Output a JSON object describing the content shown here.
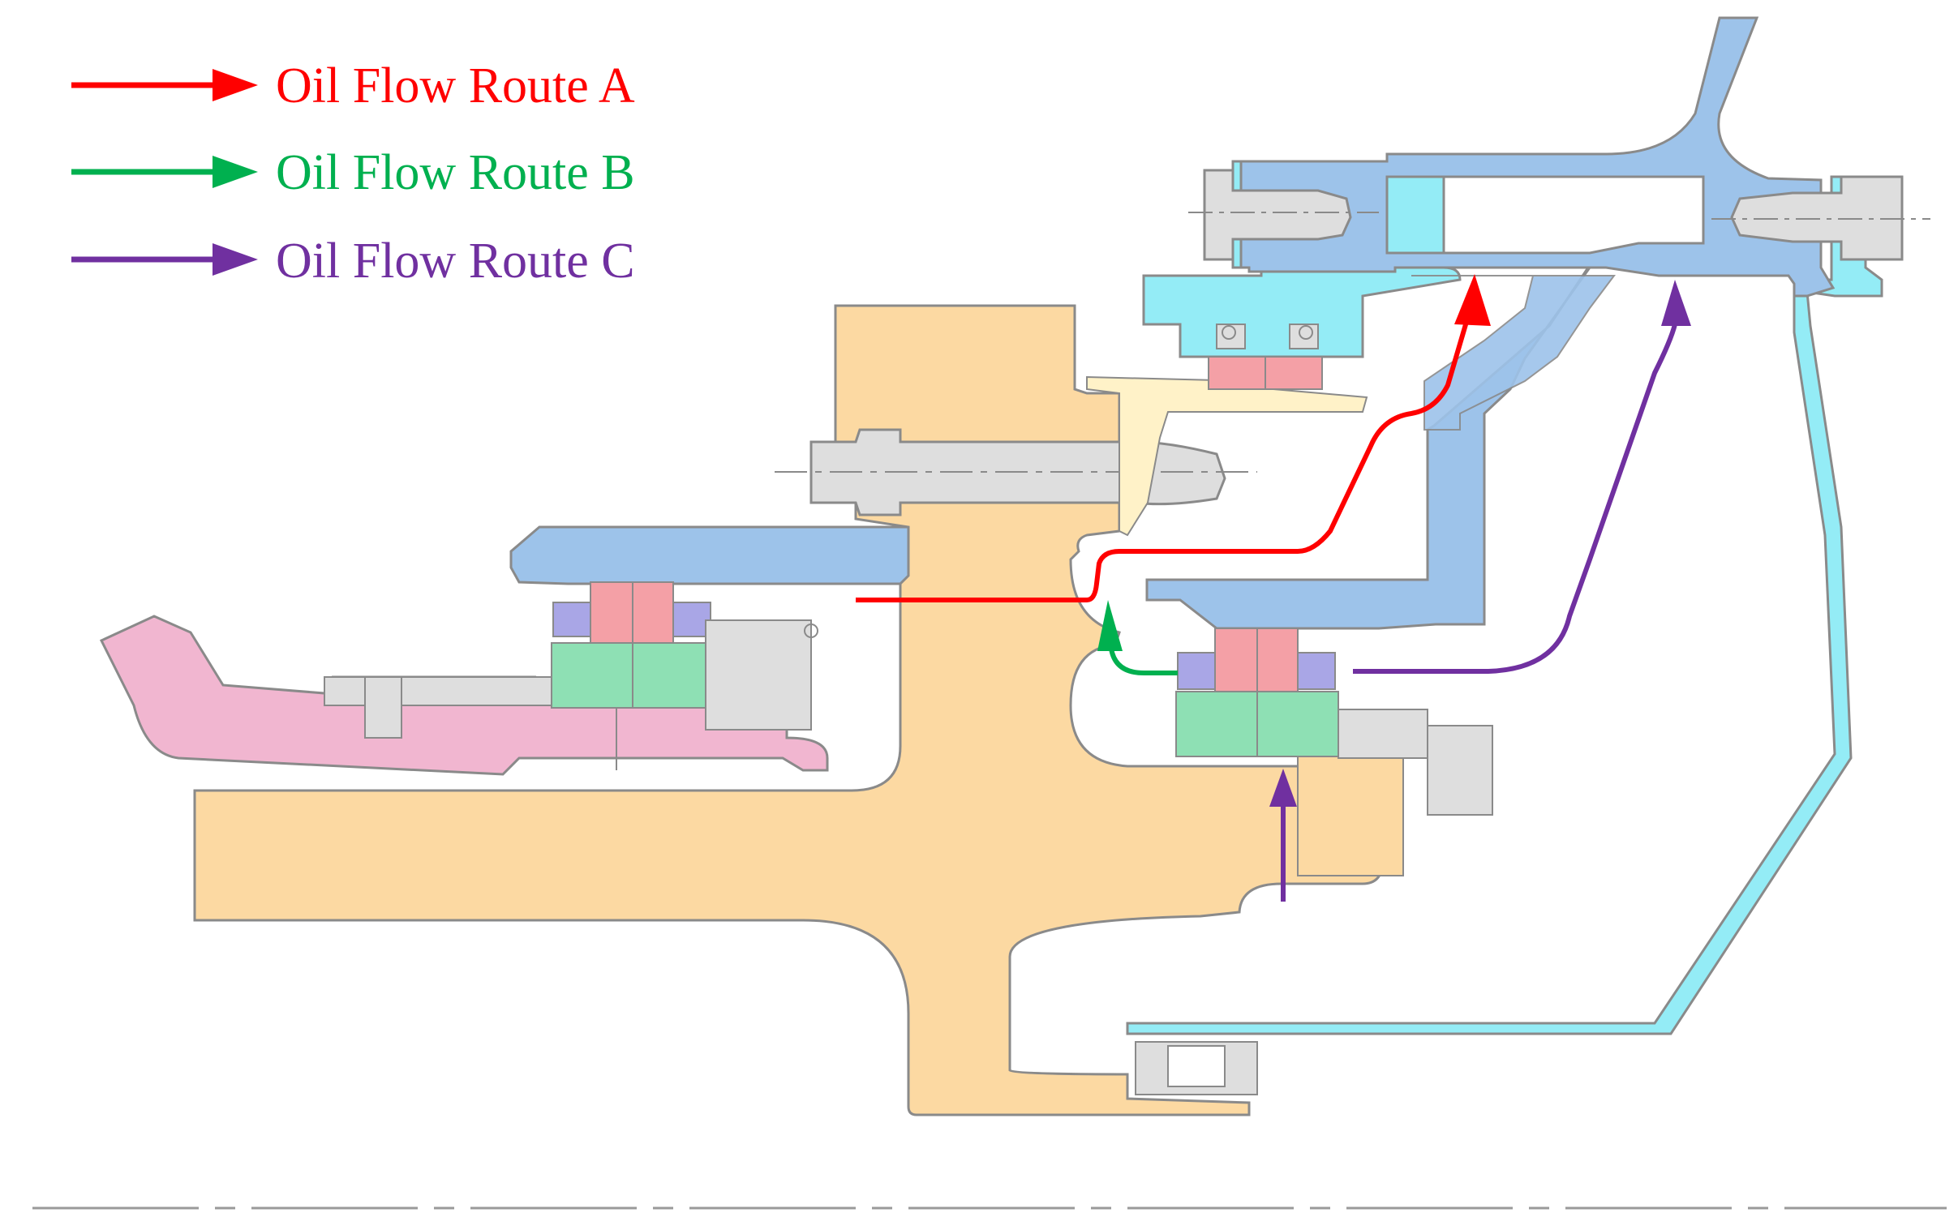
{
  "legend": [
    {
      "label": "Oil Flow Route A",
      "color": "#ff0000"
    },
    {
      "label": "Oil Flow Route B",
      "color": "#00b04f"
    },
    {
      "label": "Oil Flow Route C",
      "color": "#7030a0"
    }
  ],
  "colors": {
    "orange_part": "#fcd9a2",
    "blue_part": "#9dc3ea",
    "cyan_part": "#94ecf6",
    "pink_part": "#f1b6d0",
    "green_part": "#8ee0b4",
    "red_part": "#f4a0a6",
    "purple_part": "#a9a6e6",
    "grey_part": "#dedede",
    "outline": "#8a8a8a"
  }
}
